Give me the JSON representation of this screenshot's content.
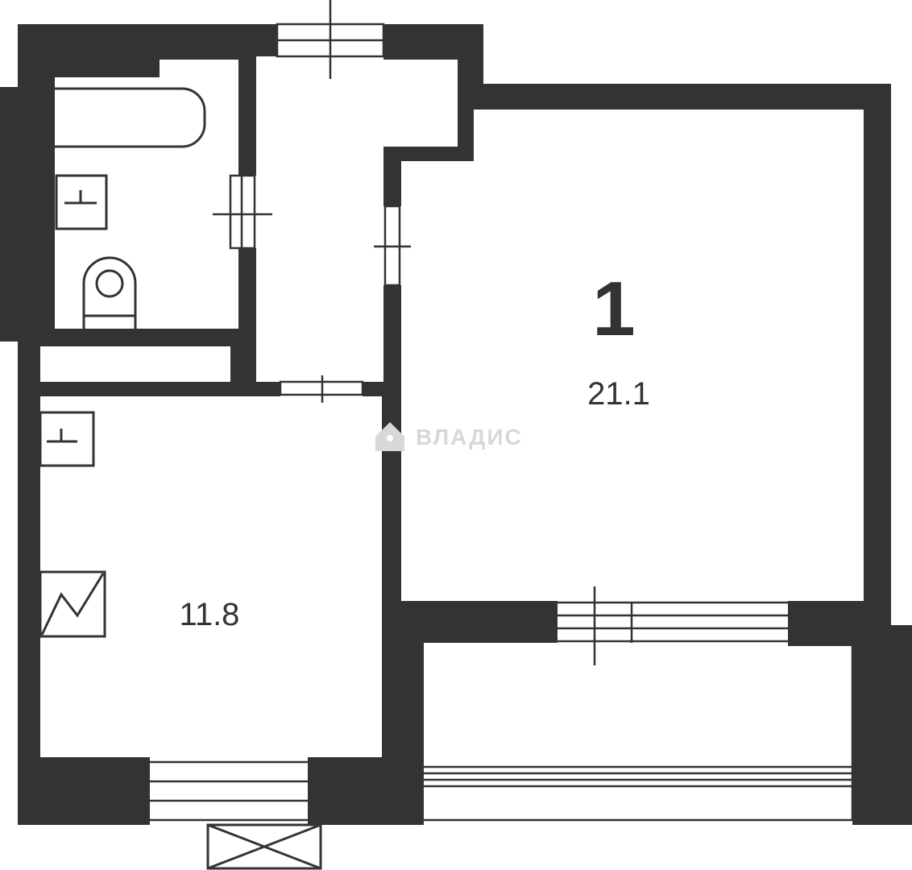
{
  "colors": {
    "wall": "#333333",
    "background": "#ffffff",
    "watermark": "#d8d8d8"
  },
  "rooms": [
    {
      "id": "room-main",
      "number": "1",
      "area": "21.1"
    },
    {
      "id": "kitchen",
      "area": "11.8"
    }
  ],
  "watermark": {
    "text": "ВЛАДИС",
    "icon": "house-key-icon"
  },
  "fixtures": [
    "bathtub-icon",
    "sink-icon",
    "toilet-icon",
    "kitchen-sink-icon",
    "stove-icon",
    "ventilation-box-icon"
  ]
}
